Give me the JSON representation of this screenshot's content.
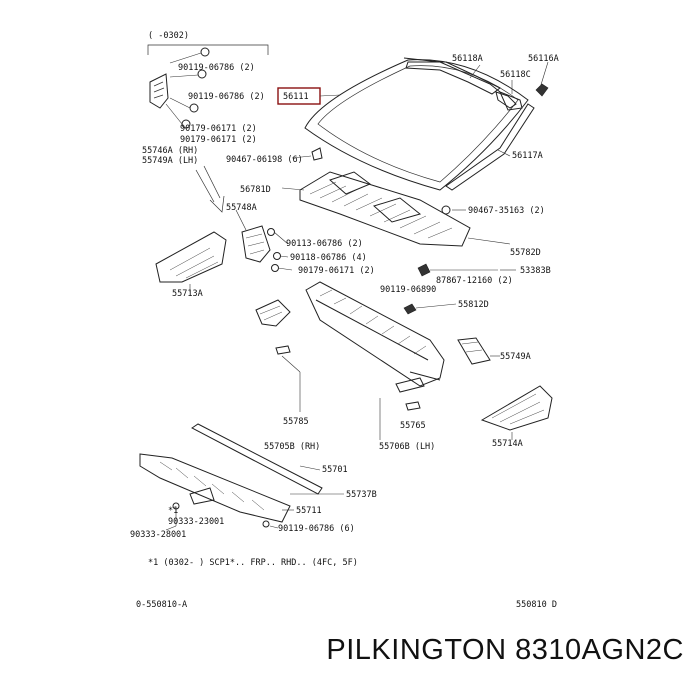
{
  "labels": {
    "range_top": "(     -0302)",
    "b1": "90119-06786 (2)",
    "b2": "90119-06786 (2)",
    "b3": "90179-06171 (2)",
    "b4": "90179-06171 (2)",
    "rh": "55746A (RH)",
    "lh": "55749A (LH)",
    "p56111": "56111",
    "p56118a": "56118A",
    "p56116a": "56116A",
    "p56118c": "56118C",
    "p56117a": "56117A",
    "c90467a": "90467-06198 (6)",
    "p56781": "56781D",
    "p55748a": "55748A",
    "c90467b": "90467-35163 (2)",
    "c90113": "90113-06786 (2)",
    "c90118": "90118-06786 (4)",
    "c90179": "90179-06171 (2)",
    "p55782": "55782D",
    "c87867": "87867-12160 (2)",
    "p53383": "53383B",
    "c90119": "90119-06890",
    "p55812": "55812D",
    "p55713": "55713A",
    "p55749a": "55749A",
    "p55785": "55785",
    "p55765": "55765",
    "p55705": "55705B (RH)",
    "p55706": "55706B (LH)",
    "p55714": "55714A",
    "p55701": "55701",
    "p55737": "55737B",
    "p55711": "55711",
    "c90333": "90333-23001",
    "c90333b": "90333-28001",
    "c90119b": "90119-06786 (6)",
    "star": "*1",
    "footnote": "*1 (0302-      ) SCP1*.. FRP.. RHD.. (4FC, 5F)",
    "ref_left": "0-550810-A",
    "ref_right": "550810 D"
  },
  "caption": "PILKINGTON 8310AGN2C"
}
